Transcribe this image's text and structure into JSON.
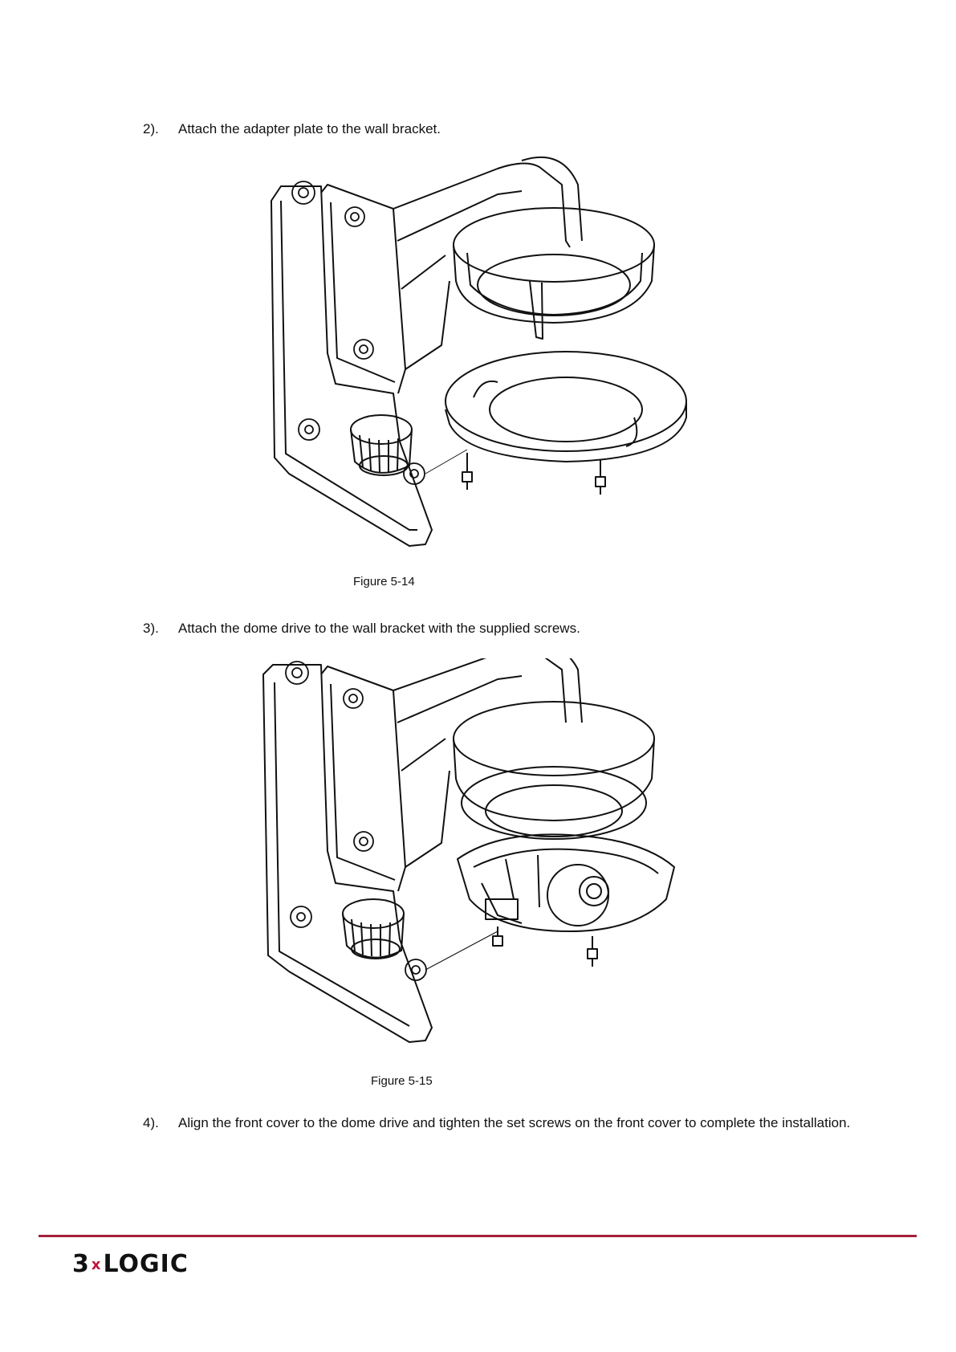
{
  "steps": [
    {
      "num": "2).",
      "text": "Attach the adapter plate to the wall bracket."
    },
    {
      "num": "3).",
      "text": "Attach the dome drive to the wall bracket with the supplied screws."
    },
    {
      "num": "4).",
      "text": "Align the front cover to the dome drive and tighten the set screws on the front cover to complete the installation."
    }
  ],
  "figures": [
    {
      "caption": "Figure 5-14"
    },
    {
      "caption": "Figure 5-15"
    }
  ],
  "footer": {
    "logo_prefix": "3",
    "logo_x": "x",
    "logo_word": "LOGIC",
    "line_color": "#a3203a",
    "accent_color": "#c0143c"
  }
}
